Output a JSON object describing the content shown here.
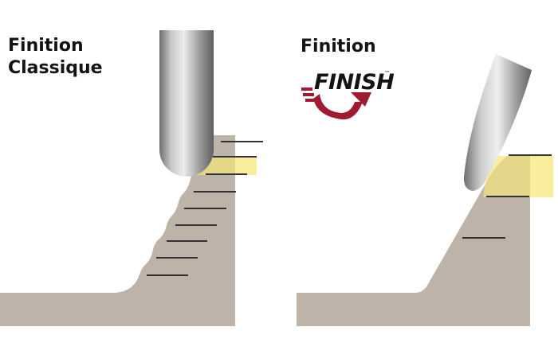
{
  "left_panel": {
    "title_line1": "Finition",
    "title_line2": "Classique"
  },
  "right_panel": {
    "title": "Finition",
    "logo_text": "FINISH",
    "logo_mark": "™"
  },
  "colors": {
    "material": "#beb3a9",
    "highlight": "#f8ee9e",
    "highlight_overlap": "#e4d689",
    "tick_line": "#333333",
    "logo_red": "#9e1b32",
    "logo_text": "#141414"
  },
  "icons": {
    "left_tool": "ball-end-mill-icon",
    "right_tool": "tilted-cutter-icon",
    "logo_arrow": "circular-arrow-icon"
  }
}
